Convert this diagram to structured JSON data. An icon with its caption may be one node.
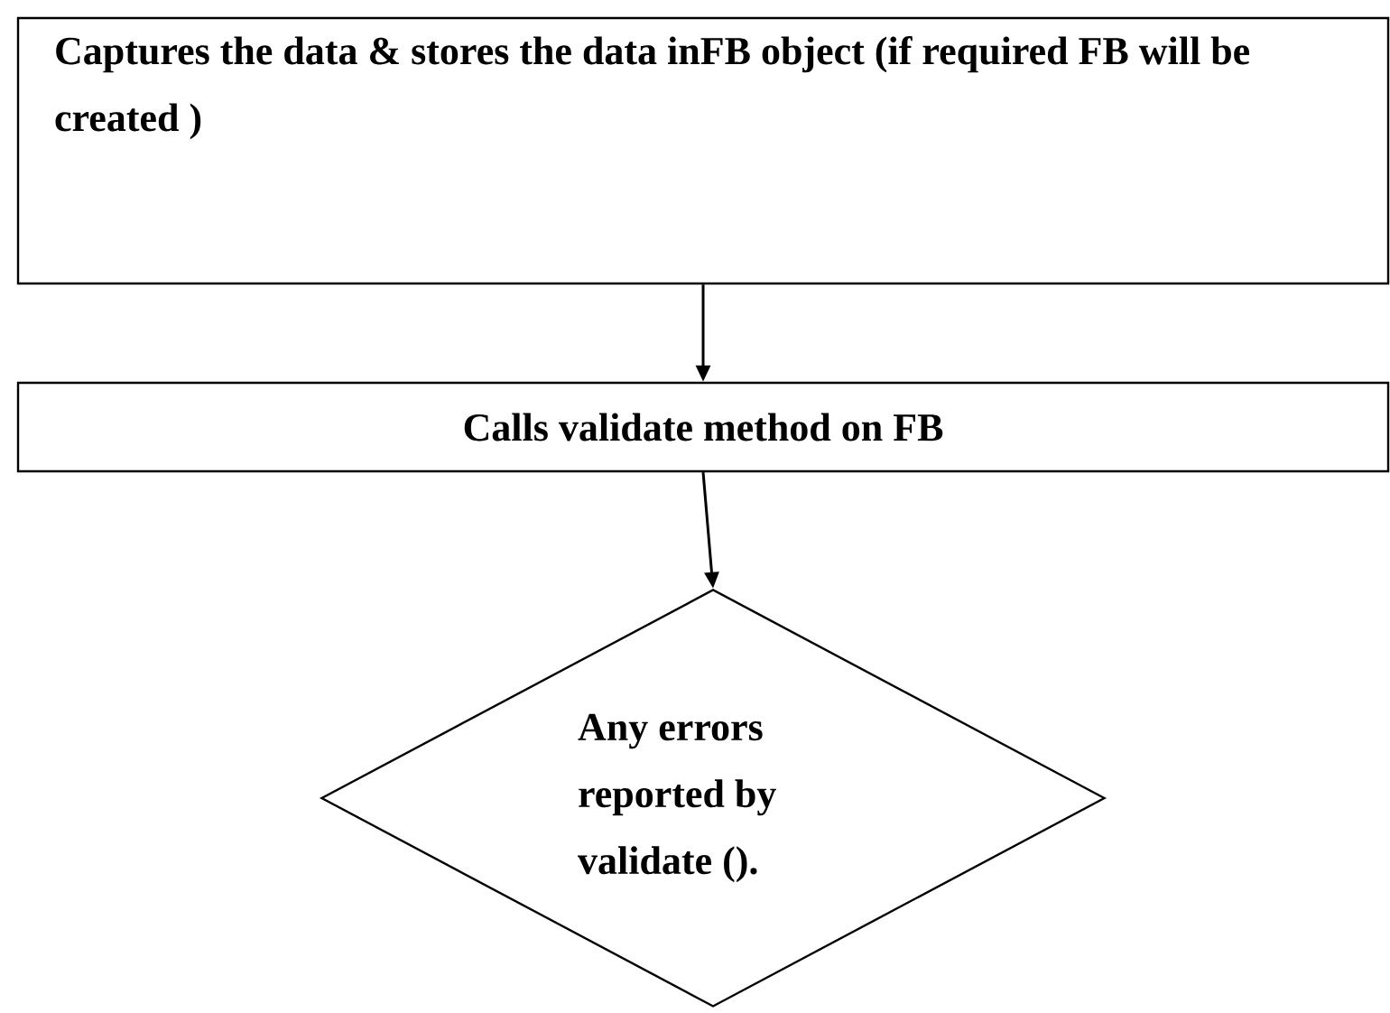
{
  "diagram": {
    "nodes": [
      {
        "text": [
          "Captures the data & stores the data inFB object (if required FB will be created )"
        ]
      },
      {
        "text": [
          "Calls validate method on FB"
        ]
      },
      {
        "text": [
          "Any errors reported by validate ()."
        ]
      }
    ],
    "edges": [
      {
        "from": 0,
        "to": 1,
        "arrow": "to"
      },
      {
        "from": 1,
        "to": 2,
        "arrow": "to"
      }
    ]
  }
}
